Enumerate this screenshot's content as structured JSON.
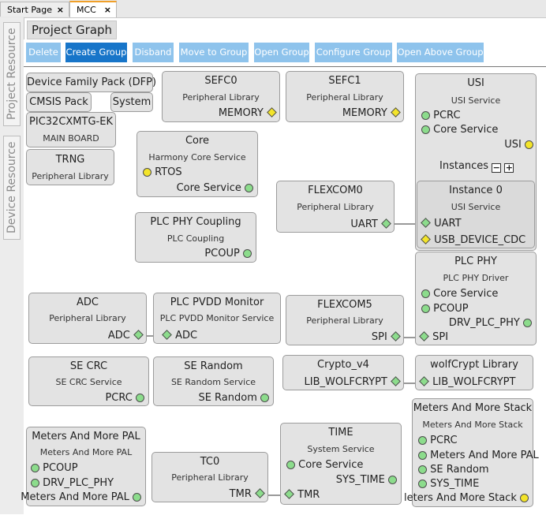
{
  "tabs": [
    {
      "label": "Start Page",
      "close": "×"
    },
    {
      "label": "MCC",
      "close": "×"
    }
  ],
  "side_tabs": [
    "Project Resource",
    "Device Resource"
  ],
  "project_graph_title": "Project Graph",
  "toolbar": [
    "Delete",
    "Create Group",
    "Disband",
    "Move to Group",
    "Open Group",
    "Configure Group",
    "Open Above Group"
  ],
  "colors": {
    "primary_button": "#1775c9",
    "disabled_button": "#8ec3ec",
    "port_green": "#8cdc8c",
    "port_yellow": "#f3e42a"
  },
  "labels": {
    "dfp": "Device Family Pack (DFP)",
    "cmsis": "CMSIS Pack",
    "system": "System",
    "board_title": "PIC32CXMTG-EK",
    "board_sub": "MAIN BOARD"
  },
  "nodes": {
    "trng": {
      "title": "TRNG",
      "sub": "Peripheral Library"
    },
    "sefc0": {
      "title": "SEFC0",
      "sub": "Peripheral Library",
      "port": "MEMORY"
    },
    "sefc1": {
      "title": "SEFC1",
      "sub": "Peripheral Library",
      "port": "MEMORY"
    },
    "usi": {
      "title": "USI",
      "sub": "USI Service",
      "p1": "PCRC",
      "p2": "Core Service",
      "p3": "USI",
      "instances": "Instances",
      "minus": "−",
      "plus": "+"
    },
    "core": {
      "title": "Core",
      "sub": "Harmony Core Service",
      "p1": "RTOS",
      "p2": "Core Service"
    },
    "flexcom0": {
      "title": "FLEXCOM0",
      "sub": "Peripheral Library",
      "port": "UART"
    },
    "instance0": {
      "title": "Instance 0",
      "sub": "USI Service",
      "p1": "UART",
      "p2": "USB_DEVICE_CDC"
    },
    "plcphycoupling": {
      "title": "PLC PHY Coupling",
      "sub": "PLC Coupling",
      "port": "PCOUP"
    },
    "plcphy": {
      "title": "PLC PHY",
      "sub": "PLC PHY Driver",
      "p1": "Core Service",
      "p2": "PCOUP",
      "p3": "DRV_PLC_PHY",
      "p4": "SPI"
    },
    "adc": {
      "title": "ADC",
      "sub": "Peripheral Library",
      "port": "ADC"
    },
    "plcpvdd": {
      "title": "PLC PVDD Monitor",
      "sub": "PLC PVDD Monitor Service",
      "port": "ADC"
    },
    "flexcom5": {
      "title": "FLEXCOM5",
      "sub": "Peripheral Library",
      "port": "SPI"
    },
    "secrc": {
      "title": "SE CRC",
      "sub": "SE CRC Service",
      "port": "PCRC"
    },
    "serandom": {
      "title": "SE Random",
      "sub": "SE Random Service",
      "port": "SE Random"
    },
    "crypto": {
      "title": "Crypto_v4",
      "port": "LIB_WOLFCRYPT"
    },
    "wolfcrypt": {
      "title": "wolfCrypt Library",
      "port": "LIB_WOLFCRYPT"
    },
    "mamstack": {
      "title": "Meters And More Stack",
      "sub": "Meters And More Stack",
      "p1": "PCRC",
      "p2": "Meters And More PAL",
      "p3": "SE Random",
      "p4": "SYS_TIME",
      "p5": "leters And More Stack"
    },
    "mampal": {
      "title": "Meters And More PAL",
      "sub": "Meters And More PAL",
      "p1": "PCOUP",
      "p2": "DRV_PLC_PHY",
      "p3": "Meters And More PAL"
    },
    "time": {
      "title": "TIME",
      "sub": "System Service",
      "p1": "Core Service",
      "p2": "SYS_TIME",
      "p3": "TMR"
    },
    "tc0": {
      "title": "TC0",
      "sub": "Peripheral Library",
      "port": "TMR"
    }
  }
}
